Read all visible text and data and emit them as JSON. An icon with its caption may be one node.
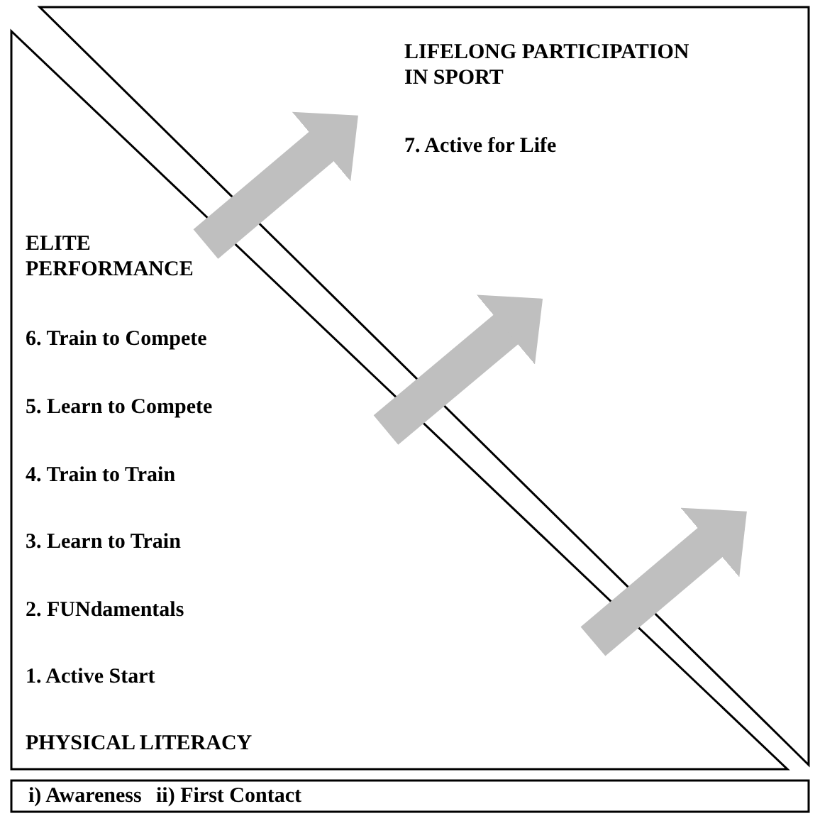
{
  "diagram": {
    "nodes": [
      {
        "text": [
          "LIFELONG PARTICIPATION IN SPORT",
          "7. Active for Life"
        ]
      },
      {
        "text": [
          "ELITE PERFORMANCE",
          "6. Train to Compete",
          "5. Learn to Compete",
          "4. Train to Train",
          "3. Learn to Train",
          "2. FUNdamentals",
          "1. Active Start",
          "PHYSICAL LITERACY"
        ]
      },
      {
        "text": [
          "i) Awareness",
          "ii) First Contact"
        ]
      }
    ],
    "edges": [
      {
        "from": 1,
        "to": 0,
        "arrow": "to"
      },
      {
        "from": 1,
        "to": 0,
        "arrow": "to"
      },
      {
        "from": 1,
        "to": 0,
        "arrow": "to"
      }
    ]
  }
}
